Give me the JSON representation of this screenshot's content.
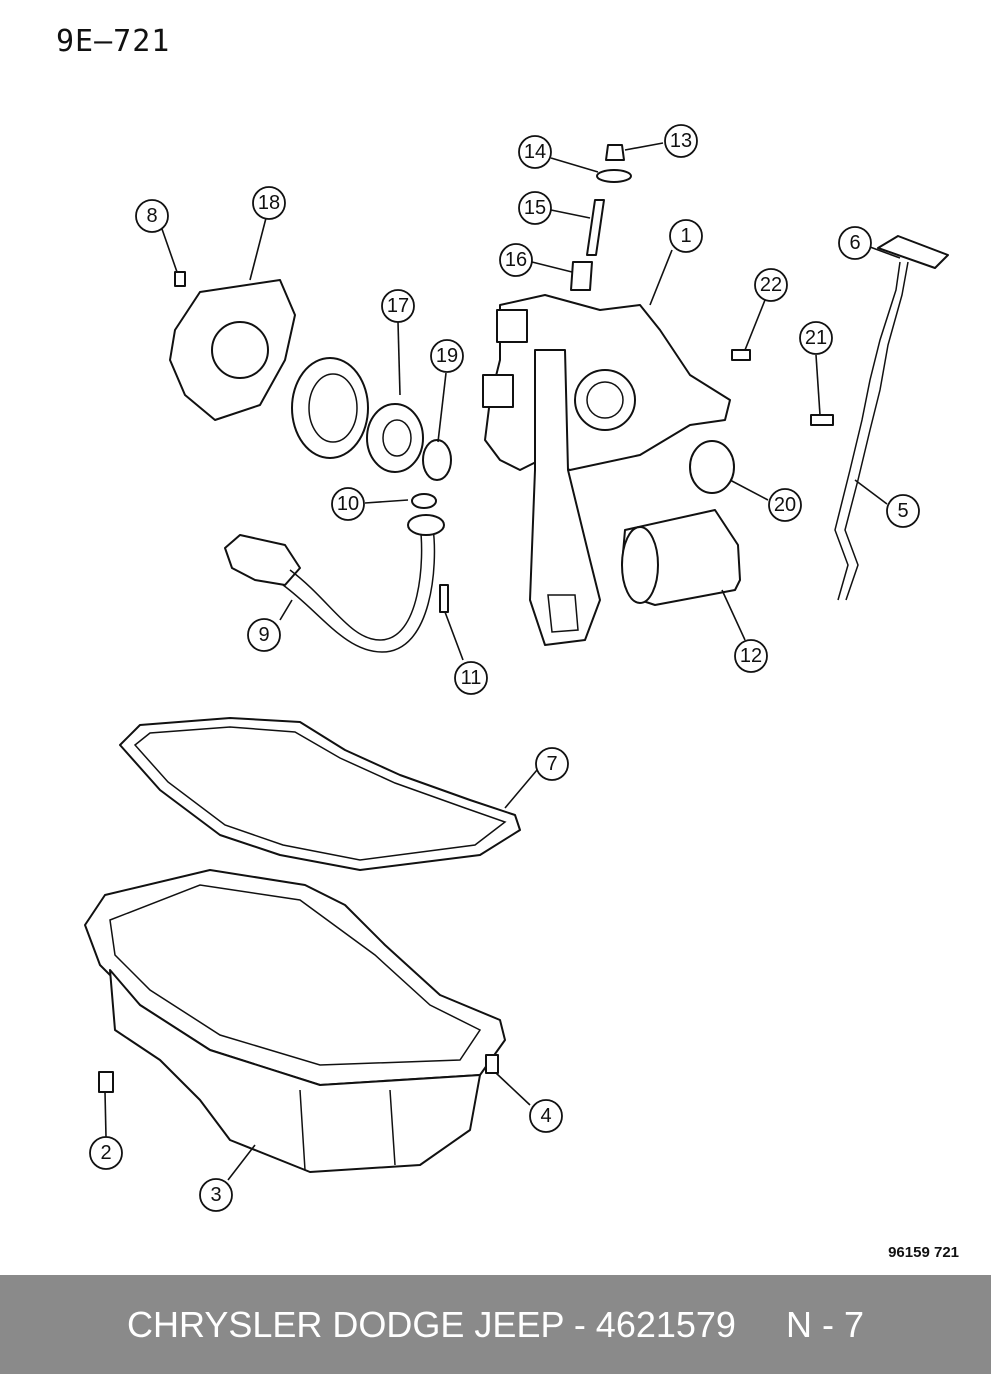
{
  "diagram": {
    "reference": "9E–721",
    "drawing_code": "96159 721",
    "callouts": [
      "1",
      "2",
      "3",
      "4",
      "5",
      "6",
      "7",
      "8",
      "9",
      "10",
      "11",
      "12",
      "13",
      "14",
      "15",
      "16",
      "17",
      "18",
      "19",
      "20",
      "21",
      "22"
    ]
  },
  "footer": {
    "text": "CHRYSLER DODGE JEEP - 4621579     N - 7"
  }
}
